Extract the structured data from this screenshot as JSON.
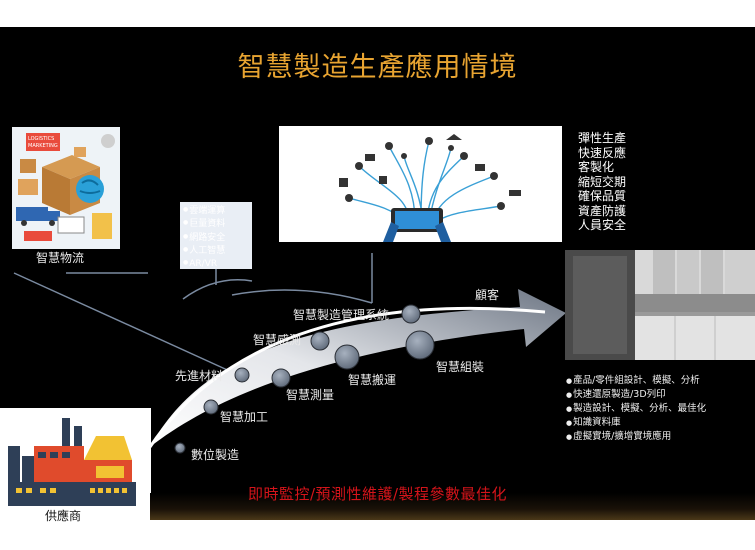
{
  "title": "智慧製造生產應用情境",
  "logistics_label": "智慧物流",
  "tech_list": [
    "雲端運算",
    "巨量資料",
    "網路安全",
    "人工智慧",
    "AR/VR"
  ],
  "management_label": "智慧製造管理系統",
  "customer_label": "顧客",
  "nodes": {
    "sensing": "智慧感測",
    "advanced_materials": "先進材料",
    "measuring": "智慧測量",
    "handling": "智慧搬運",
    "assembly": "智慧組裝",
    "processing": "智慧加工",
    "digital": "數位製造"
  },
  "benefits": [
    "彈性生產",
    "快速反應",
    "客製化",
    "縮短交期",
    "確保品質",
    "資產防護",
    "人員安全"
  ],
  "applications": [
    "產品/零件組設計、模擬、分析",
    "快速還原製造/3D列印",
    "製造設計、模擬、分析、最佳化",
    "知識資料庫",
    "虛擬實境/擴增實境應用"
  ],
  "supplier_label": "供應商",
  "bottom_text": "即時監控/預測性維護/製程參數最佳化",
  "logistics_sign": [
    "LOGISTICS",
    "MARKETING"
  ],
  "colors": {
    "title": "#e8a431",
    "bottom_text": "#d4141a",
    "node": "#7b8696",
    "arrow_light": "#f2f2f2",
    "arrow_dark": "#6d7684"
  }
}
